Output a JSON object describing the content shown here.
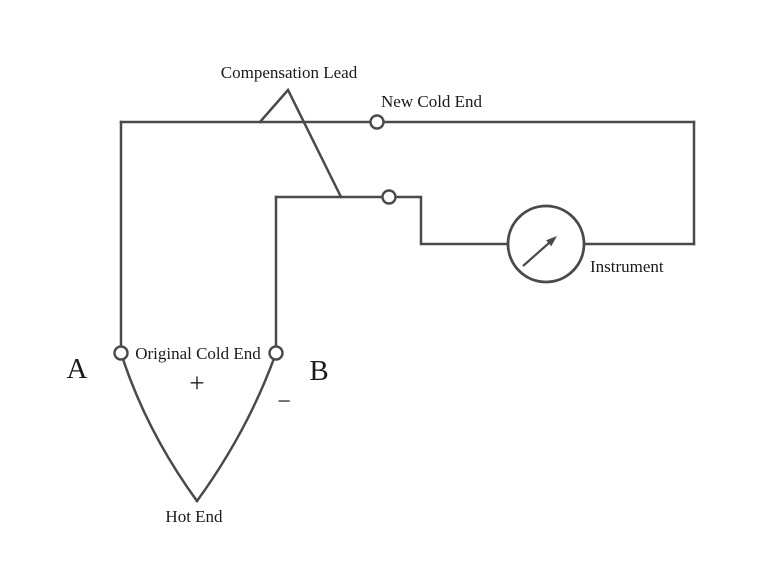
{
  "diagram": {
    "labels": {
      "compensation_lead": "Compensation Lead",
      "new_cold_end": "New Cold End",
      "instrument": "Instrument",
      "original_cold_end": "Original Cold End",
      "hot_end": "Hot End",
      "wire_a": "A",
      "wire_b": "B",
      "polarity_plus": "+",
      "polarity_minus": "−"
    },
    "colors": {
      "line": "#4a4a4a",
      "text": "#1b1b1b",
      "background": "#ffffff"
    }
  }
}
